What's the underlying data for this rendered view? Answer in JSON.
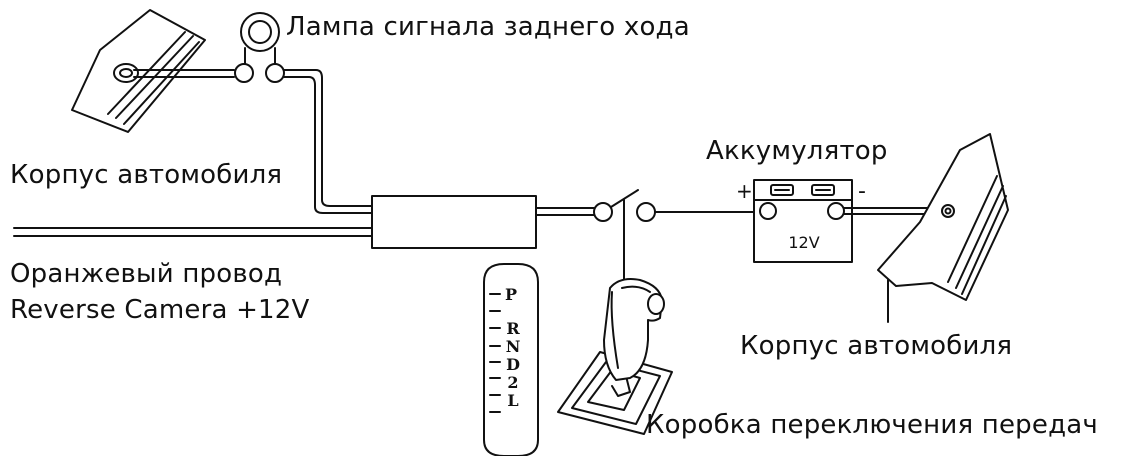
{
  "labels": {
    "lamp": "Лампа сигнала заднего хода",
    "body_left": "Корпус автомобиля",
    "battery": "Аккумулятор",
    "orange_wire": "Оранжевый провод",
    "reverse_camera": "Reverse Camera +12V",
    "body_right": "Корпус автомобиля",
    "gearbox": "Коробка переключения передач"
  },
  "battery": {
    "plus": "+",
    "minus": "-",
    "voltage": "12V"
  },
  "gear_positions": [
    "P",
    "R",
    "N",
    "D",
    "2",
    "L"
  ],
  "colors": {
    "line": "#111111",
    "background": "#ffffff"
  }
}
